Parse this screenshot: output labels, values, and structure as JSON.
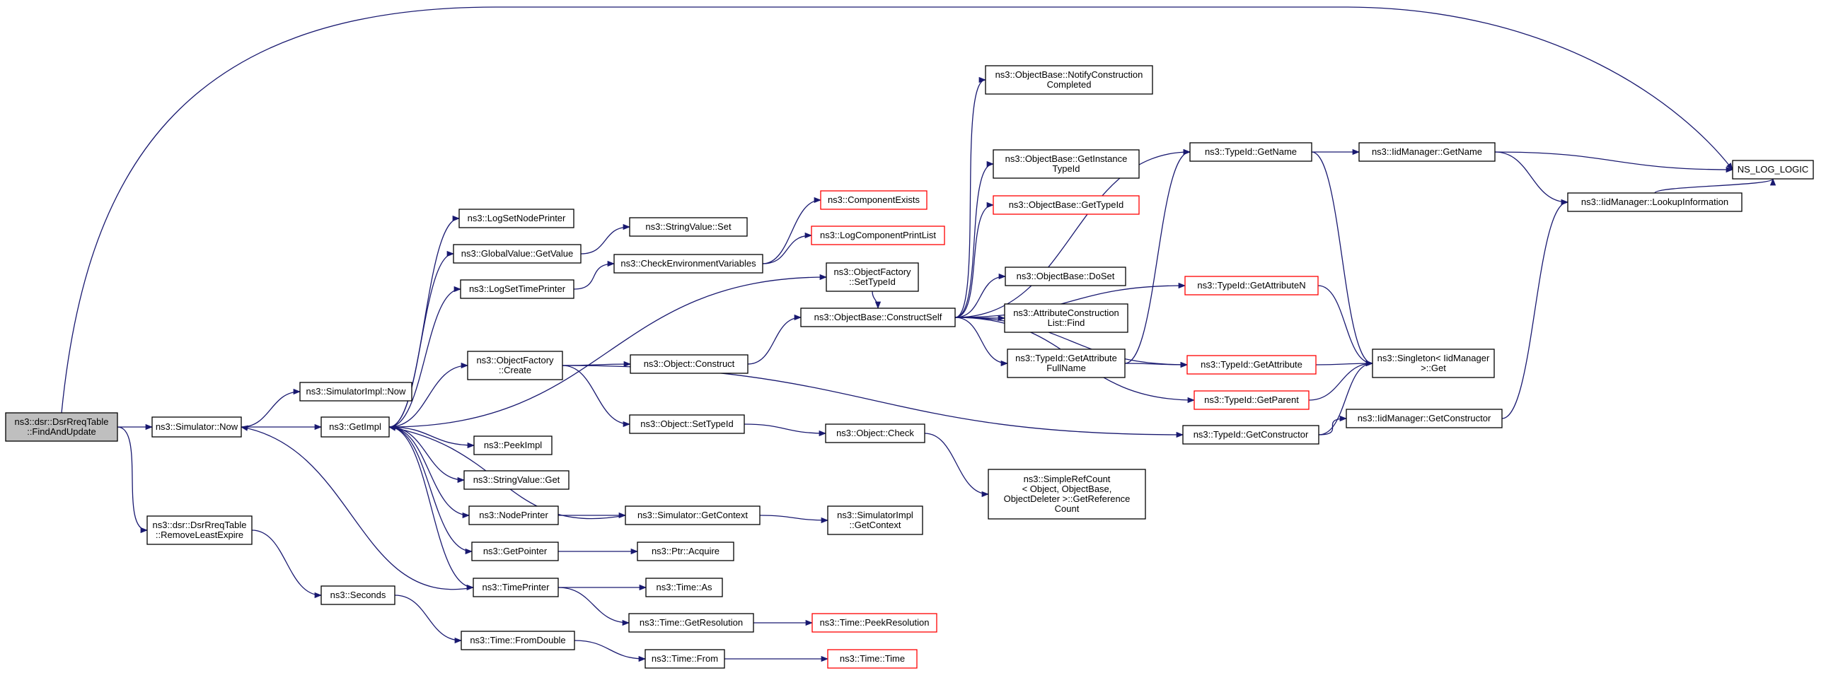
{
  "colors": {
    "edge": "#191970",
    "border": "#000000",
    "incomplete_border": "#ff0000",
    "root_fill": "#bfbfbf",
    "background": "#ffffff"
  },
  "nodes": [
    {
      "id": "root",
      "lines": [
        "ns3::dsr::DsrRreqTable",
        "::FindAndUpdate"
      ],
      "style": "grey"
    },
    {
      "id": "simnow",
      "lines": [
        "ns3::Simulator::Now"
      ]
    },
    {
      "id": "removeleast",
      "lines": [
        "ns3::dsr::DsrRreqTable",
        "::RemoveLeastExpire"
      ]
    },
    {
      "id": "simimplnow",
      "lines": [
        "ns3::SimulatorImpl::Now"
      ]
    },
    {
      "id": "getimpl",
      "lines": [
        "ns3::GetImpl"
      ]
    },
    {
      "id": "seconds",
      "lines": [
        "ns3::Seconds"
      ]
    },
    {
      "id": "fromdouble",
      "lines": [
        "ns3::Time::FromDouble"
      ]
    },
    {
      "id": "logsetnode",
      "lines": [
        "ns3::LogSetNodePrinter"
      ]
    },
    {
      "id": "globalget",
      "lines": [
        "ns3::GlobalValue::GetValue"
      ]
    },
    {
      "id": "logsettime",
      "lines": [
        "ns3::LogSetTimePrinter"
      ]
    },
    {
      "id": "ofcreate",
      "lines": [
        "ns3::ObjectFactory",
        "::Create"
      ]
    },
    {
      "id": "peekimpl",
      "lines": [
        "ns3::PeekImpl"
      ]
    },
    {
      "id": "strget",
      "lines": [
        "ns3::StringValue::Get"
      ]
    },
    {
      "id": "nodeprinter",
      "lines": [
        "ns3::NodePrinter"
      ]
    },
    {
      "id": "getpointer",
      "lines": [
        "ns3::GetPointer"
      ]
    },
    {
      "id": "timeprinter",
      "lines": [
        "ns3::TimePrinter"
      ]
    },
    {
      "id": "strset",
      "lines": [
        "ns3::StringValue::Set"
      ]
    },
    {
      "id": "checkenv",
      "lines": [
        "ns3::CheckEnvironmentVariables"
      ]
    },
    {
      "id": "objconstruct",
      "lines": [
        "ns3::Object::Construct"
      ]
    },
    {
      "id": "objsettype",
      "lines": [
        "ns3::Object::SetTypeId"
      ]
    },
    {
      "id": "simgetctx",
      "lines": [
        "ns3::Simulator::GetContext"
      ]
    },
    {
      "id": "ptracquire",
      "lines": [
        "ns3::Ptr::Acquire"
      ]
    },
    {
      "id": "timeas",
      "lines": [
        "ns3::Time::As"
      ]
    },
    {
      "id": "timegetres",
      "lines": [
        "ns3::Time::GetResolution"
      ]
    },
    {
      "id": "timefrom",
      "lines": [
        "ns3::Time::From"
      ]
    },
    {
      "id": "compexists",
      "lines": [
        "ns3::ComponentExists"
      ],
      "style": "red"
    },
    {
      "id": "logcompprint",
      "lines": [
        "ns3::LogComponentPrintList"
      ],
      "style": "red"
    },
    {
      "id": "ofsettype",
      "lines": [
        "ns3::ObjectFactory",
        "::SetTypeId"
      ]
    },
    {
      "id": "constructself",
      "lines": [
        "ns3::ObjectBase::ConstructSelf"
      ]
    },
    {
      "id": "objcheck",
      "lines": [
        "ns3::Object::Check"
      ]
    },
    {
      "id": "simimplgetctx",
      "lines": [
        "ns3::SimulatorImpl",
        "::GetContext"
      ]
    },
    {
      "id": "peekres",
      "lines": [
        "ns3::Time::PeekResolution"
      ],
      "style": "red"
    },
    {
      "id": "timetime",
      "lines": [
        "ns3::Time::Time"
      ],
      "style": "red"
    },
    {
      "id": "notifyconst",
      "lines": [
        "ns3::ObjectBase::NotifyConstruction",
        "Completed"
      ]
    },
    {
      "id": "getinsttype",
      "lines": [
        "ns3::ObjectBase::GetInstance",
        "TypeId"
      ]
    },
    {
      "id": "obgettype",
      "lines": [
        "ns3::ObjectBase::GetTypeId"
      ],
      "style": "red"
    },
    {
      "id": "doset",
      "lines": [
        "ns3::ObjectBase::DoSet"
      ]
    },
    {
      "id": "attrfind",
      "lines": [
        "ns3::AttributeConstruction",
        "List::Find"
      ]
    },
    {
      "id": "getattrfull",
      "lines": [
        "ns3::TypeId::GetAttribute",
        "FullName"
      ]
    },
    {
      "id": "simplerefcount",
      "lines": [
        "ns3::SimpleRefCount",
        "< Object, ObjectBase,",
        "ObjectDeleter >::GetReference",
        "Count"
      ]
    },
    {
      "id": "typegetname",
      "lines": [
        "ns3::TypeId::GetName"
      ]
    },
    {
      "id": "getattrn",
      "lines": [
        "ns3::TypeId::GetAttributeN"
      ],
      "style": "red"
    },
    {
      "id": "getattr",
      "lines": [
        "ns3::TypeId::GetAttribute"
      ],
      "style": "red"
    },
    {
      "id": "getparent",
      "lines": [
        "ns3::TypeId::GetParent"
      ],
      "style": "red"
    },
    {
      "id": "getconstructor",
      "lines": [
        "ns3::TypeId::GetConstructor"
      ]
    },
    {
      "id": "iidgetname",
      "lines": [
        "ns3::IidManager::GetName"
      ]
    },
    {
      "id": "singleton",
      "lines": [
        "ns3::Singleton< IidManager",
        ">::Get"
      ]
    },
    {
      "id": "iidgetctor",
      "lines": [
        "ns3::IidManager::GetConstructor"
      ]
    },
    {
      "id": "lookupinfo",
      "lines": [
        "ns3::IidManager::LookupInformation"
      ]
    },
    {
      "id": "nslog",
      "lines": [
        "NS_LOG_LOGIC"
      ]
    }
  ],
  "edges": [
    [
      "root",
      "simnow"
    ],
    [
      "root",
      "removeleast"
    ],
    [
      "root",
      "nslog"
    ],
    [
      "simnow",
      "simimplnow"
    ],
    [
      "simnow",
      "getimpl"
    ],
    [
      "removeleast",
      "seconds"
    ],
    [
      "seconds",
      "fromdouble"
    ],
    [
      "fromdouble",
      "timefrom"
    ],
    [
      "timefrom",
      "timetime"
    ],
    [
      "getimpl",
      "logsetnode"
    ],
    [
      "getimpl",
      "globalget"
    ],
    [
      "getimpl",
      "logsettime"
    ],
    [
      "getimpl",
      "ofcreate"
    ],
    [
      "getimpl",
      "peekimpl"
    ],
    [
      "getimpl",
      "strget"
    ],
    [
      "getimpl",
      "nodeprinter"
    ],
    [
      "getimpl",
      "getpointer"
    ],
    [
      "getimpl",
      "timeprinter"
    ],
    [
      "getimpl",
      "ofsettype"
    ],
    [
      "globalget",
      "strset"
    ],
    [
      "logsettime",
      "checkenv"
    ],
    [
      "checkenv",
      "compexists"
    ],
    [
      "checkenv",
      "logcompprint"
    ],
    [
      "ofcreate",
      "objconstruct"
    ],
    [
      "ofcreate",
      "objsettype"
    ],
    [
      "ofcreate",
      "getconstructor"
    ],
    [
      "objconstruct",
      "constructself"
    ],
    [
      "objsettype",
      "objcheck"
    ],
    [
      "objcheck",
      "simplerefcount"
    ],
    [
      "nodeprinter",
      "simgetctx"
    ],
    [
      "simgetctx",
      "getimpl"
    ],
    [
      "simgetctx",
      "simimplgetctx"
    ],
    [
      "getpointer",
      "ptracquire"
    ],
    [
      "timeprinter",
      "simnow"
    ],
    [
      "timeprinter",
      "timeas"
    ],
    [
      "timeprinter",
      "timegetres"
    ],
    [
      "timegetres",
      "peekres"
    ],
    [
      "ofsettype",
      "constructself"
    ],
    [
      "constructself",
      "notifyconst"
    ],
    [
      "constructself",
      "getinsttype"
    ],
    [
      "constructself",
      "obgettype"
    ],
    [
      "constructself",
      "doset"
    ],
    [
      "constructself",
      "attrfind"
    ],
    [
      "constructself",
      "getattrfull"
    ],
    [
      "constructself",
      "typegetname"
    ],
    [
      "constructself",
      "getattrn"
    ],
    [
      "constructself",
      "getattr"
    ],
    [
      "constructself",
      "getparent"
    ],
    [
      "getattrfull",
      "typegetname"
    ],
    [
      "getattrfull",
      "getattr"
    ],
    [
      "typegetname",
      "iidgetname"
    ],
    [
      "typegetname",
      "singleton"
    ],
    [
      "iidgetname",
      "nslog"
    ],
    [
      "iidgetname",
      "lookupinfo"
    ],
    [
      "lookupinfo",
      "nslog"
    ],
    [
      "getattrn",
      "singleton"
    ],
    [
      "getattr",
      "singleton"
    ],
    [
      "getparent",
      "singleton"
    ],
    [
      "getconstructor",
      "singleton"
    ],
    [
      "getconstructor",
      "iidgetctor"
    ],
    [
      "iidgetctor",
      "lookupinfo"
    ]
  ]
}
